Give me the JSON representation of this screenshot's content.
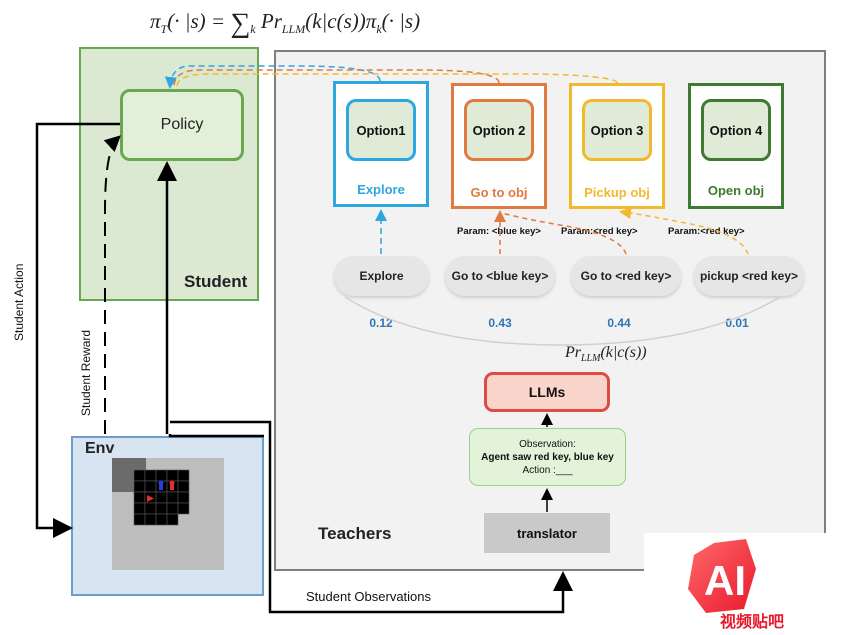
{
  "formula_top": {
    "pi_t": "π",
    "t_sub": "T",
    "args": "(· |s) = ",
    "sum": "∑",
    "k_sub": "k",
    "pr": " Pr",
    "llm_sub": "LLM",
    "mid": "(k|c(s))π",
    "k_sub2": "k",
    "end": "(· |s)"
  },
  "student": {
    "label": "Student",
    "policy_label": "Policy"
  },
  "teachers": {
    "label": "Teachers"
  },
  "env": {
    "label": "Env"
  },
  "options": [
    {
      "title": "Option1",
      "subtitle": "Explore",
      "color": "#2ea6df"
    },
    {
      "title": "Option 2",
      "subtitle": "Go to obj",
      "color": "#e07a3f"
    },
    {
      "title": "Option 3",
      "subtitle": "Pickup obj",
      "color": "#f2b92e"
    },
    {
      "title": "Option 4",
      "subtitle": "Open obj",
      "color": "#3e7a2f"
    }
  ],
  "actions": [
    {
      "label": "Explore",
      "prob": "0.12"
    },
    {
      "label": "Go to <blue key>",
      "prob": "0.43"
    },
    {
      "label": "Go to <red key>",
      "prob": "0.44"
    },
    {
      "label": "pickup  <red key>",
      "prob": "0.01"
    }
  ],
  "params": [
    "Param: <blue key>",
    "Param:<red key>",
    "Param:<red key>"
  ],
  "llm_formula": {
    "pr": "Pr",
    "sub": "LLM",
    "rest": "(k|c(s))"
  },
  "llms_label": "LLMs",
  "observation": {
    "line1": "Observation:",
    "line2": "Agent saw red key, blue key",
    "line3": "Action :___"
  },
  "translator_label": "translator",
  "edge_labels": {
    "student_action": "Student Action",
    "student_reward": "Student Reward",
    "student_observations": "Student Observations"
  },
  "watermark": {
    "text": "AI",
    "subtitle": "视频贴吧"
  }
}
